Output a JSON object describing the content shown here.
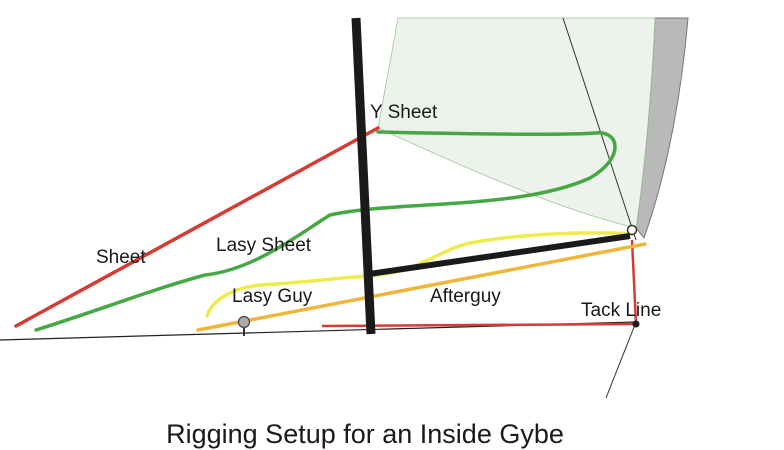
{
  "title": "Rigging Setup for an Inside Gybe",
  "labels": {
    "y_sheet": "Y Sheet",
    "sheet": "Sheet",
    "lasy_sheet": "Lasy Sheet",
    "lasy_guy": "Lasy Guy",
    "afterguy": "Afterguy",
    "tack_line": "Tack Line"
  },
  "colors": {
    "sheet": "#d63a34",
    "lasy_sheet": "#46a844",
    "lasy_guy": "#ecec4a",
    "afterguy": "#f0b63a",
    "mast": "#1a1a1a",
    "spinnaker": "#eef2ec",
    "headsail": "#b9b9b9"
  }
}
